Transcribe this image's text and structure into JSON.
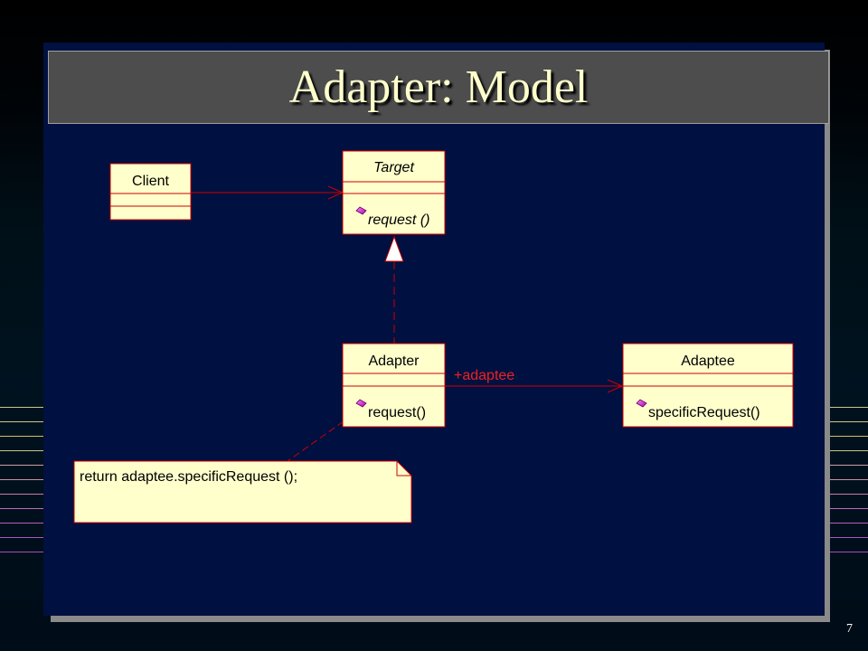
{
  "slide": {
    "title": "Adapter: Model",
    "page_number": "7"
  },
  "colors": {
    "panel": "#001040",
    "title_text": "#ffffcc",
    "box_fill": "#ffffcc",
    "line": "#cc0000",
    "method_icon": "#cc00cc"
  },
  "diagram": {
    "client": {
      "name": "Client"
    },
    "target": {
      "name": "Target",
      "method": "request ()"
    },
    "adapter": {
      "name": "Adapter",
      "method": "request()"
    },
    "adaptee": {
      "name": "Adaptee",
      "method": "specificRequest()"
    },
    "association_label": "+adaptee",
    "note": "return  adaptee.specificRequest  ();"
  }
}
